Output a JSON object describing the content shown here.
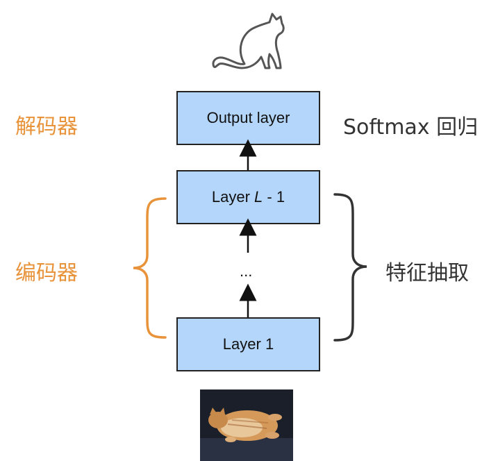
{
  "labels": {
    "decoder": "解码器",
    "encoder": "编码器",
    "softmax": "Softmax 回归",
    "feature_extraction": "特征抽取"
  },
  "layers": {
    "output": "Output layer",
    "layer_l_minus_1_prefix": "Layer ",
    "layer_l_minus_1_var": "L",
    "layer_l_minus_1_suffix": " - 1",
    "ellipsis": "...",
    "layer_1": "Layer 1"
  },
  "colors": {
    "box_fill": "#b4d6fb",
    "orange": "#e8933a",
    "gray": "#333333"
  },
  "icons": [
    "cat-silhouette-icon",
    "cat-photo"
  ]
}
